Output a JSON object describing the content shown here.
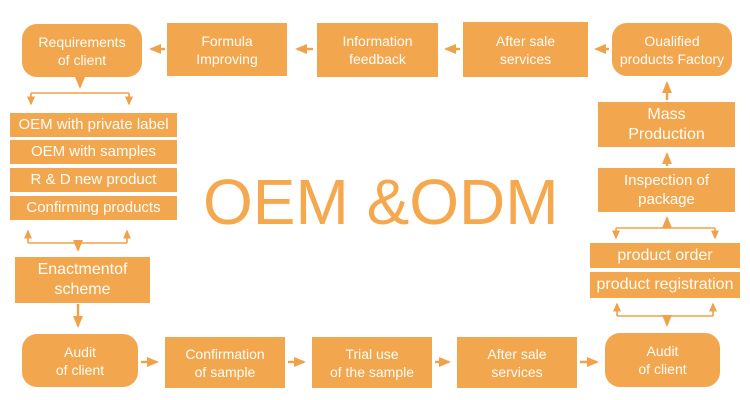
{
  "title": "OEM &ODM",
  "colors": {
    "box": "#F2A64E",
    "arrow": "#EFA24A",
    "text": "#FFFDF8",
    "title": "#F5A84E",
    "background": "#FFFFFF"
  },
  "nodes": {
    "requirements": {
      "line1": "Requirements",
      "line2": "of client"
    },
    "formula": {
      "line1": "Formula",
      "line2": "Improving"
    },
    "information": {
      "line1": "Information",
      "line2": "feedback"
    },
    "after_sale_top": {
      "line1": "After sale",
      "line2": "services"
    },
    "oualified_factory": {
      "line1": "Oualified",
      "line2": "products Factory"
    },
    "oem_private_label": {
      "label": "OEM with private label"
    },
    "oem_samples": {
      "label": "OEM with samples"
    },
    "rd_new_product": {
      "label": "R & D new product"
    },
    "confirming_products": {
      "label": "Confirming products"
    },
    "enactment": {
      "line1": "Enactmentof",
      "line2": "scheme"
    },
    "audit_left": {
      "line1": "Audit",
      "line2": "of client"
    },
    "confirmation": {
      "line1": "Confirmation",
      "line2": "of sample"
    },
    "trial_use": {
      "line1": "Trial use",
      "line2": "of the sample"
    },
    "after_sale_bottom": {
      "line1": "After sale",
      "line2": "services"
    },
    "audit_right": {
      "line1": "Audit",
      "line2": "of client"
    },
    "product_order": {
      "label": "product order"
    },
    "product_registration": {
      "label": "product registration"
    },
    "inspection": {
      "line1": "Inspection of",
      "line2": "package"
    },
    "mass_production": {
      "line1": "Mass",
      "line2": "Production"
    }
  }
}
